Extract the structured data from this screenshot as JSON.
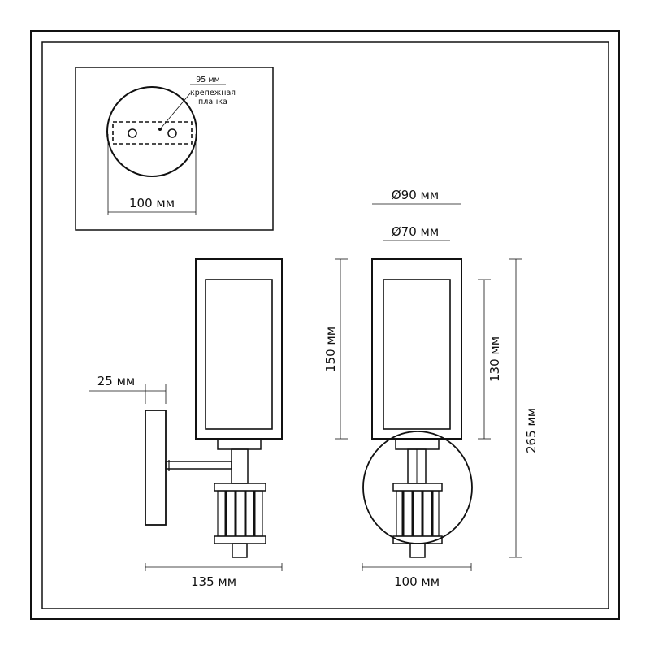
{
  "inset": {
    "plate_width": "95 мм",
    "plate_label_line1": "крепежная",
    "plate_label_line2": "планка",
    "base_diameter": "100 мм"
  },
  "side_view": {
    "wall_offset": "25 мм",
    "depth": "135 мм"
  },
  "front_view": {
    "outer_diameter": "Ø90 мм",
    "inner_diameter": "Ø70 мм",
    "shade_height": "150 мм",
    "glass_height": "130 мм",
    "total_height": "265 мм",
    "base_width": "100 мм"
  }
}
